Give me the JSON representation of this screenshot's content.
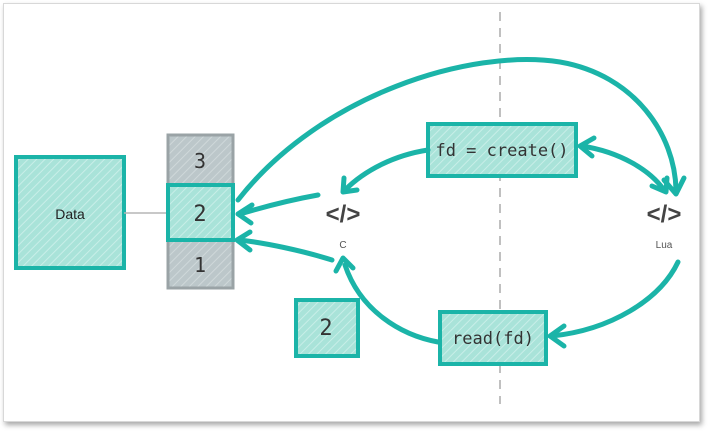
{
  "colors": {
    "teal": "#1bb4a8",
    "teal_fill": "#a9e3d9",
    "slot_fill": "#bcc7ca",
    "slot_stroke": "#9aa3a6",
    "icon_gray": "#444444",
    "divider": "#b0b0b0"
  },
  "data_box": {
    "label": "Data"
  },
  "fd_table": {
    "slots": [
      "3",
      "2",
      "1"
    ]
  },
  "loose_fd": {
    "label": "2"
  },
  "c_side": {
    "icon": "</>",
    "label": "C"
  },
  "lua_side": {
    "icon": "</>",
    "label": "Lua"
  },
  "create_call": {
    "label": "fd = create()"
  },
  "read_call": {
    "label": "read(fd)"
  }
}
